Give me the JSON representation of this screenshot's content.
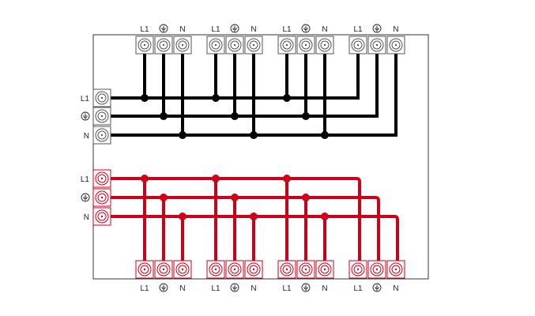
{
  "labels": {
    "line": "L1",
    "neutral": "N"
  },
  "icons": {
    "ground": "earth-ground-icon",
    "terminal": "screw-terminal-icon"
  },
  "colors": {
    "black_bus": "#000000",
    "red_bus": "#c8001a",
    "enclosure": "#333333",
    "terminal_black": "#555555",
    "terminal_red": "#c8001a"
  },
  "top_terminal_groups": [
    {
      "labels": [
        "L1",
        "",
        "N"
      ]
    },
    {
      "labels": [
        "L1",
        "",
        "N"
      ]
    },
    {
      "labels": [
        "L1",
        "",
        "N"
      ]
    },
    {
      "labels": [
        "L1",
        "",
        "N"
      ]
    }
  ],
  "bottom_terminal_groups": [
    {
      "labels": [
        "L1",
        "",
        "N"
      ]
    },
    {
      "labels": [
        "L1",
        "",
        "N"
      ]
    },
    {
      "labels": [
        "L1",
        "",
        "N"
      ]
    },
    {
      "labels": [
        "L1",
        "",
        "N"
      ]
    }
  ],
  "left_inputs": {
    "black": [
      "L1",
      "",
      "N"
    ],
    "red": [
      "L1",
      "",
      "N"
    ]
  }
}
